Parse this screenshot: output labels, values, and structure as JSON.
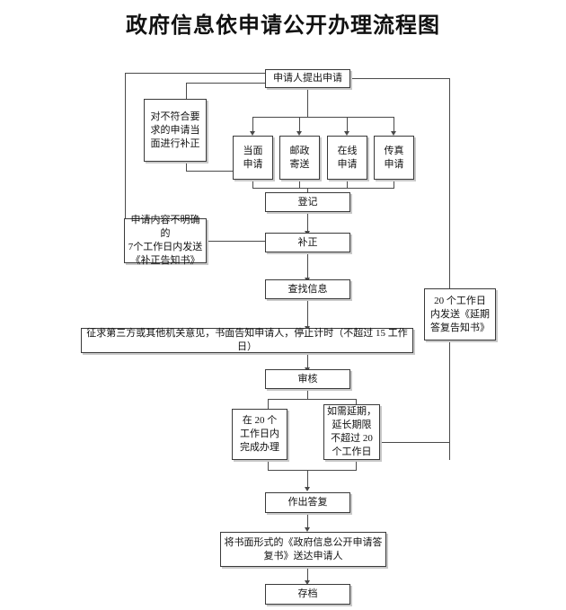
{
  "title": "政府信息依申请公开办理流程图",
  "flowchart": {
    "type": "flowchart",
    "orientation": "top-to-bottom",
    "nodes": [
      {
        "id": "apply",
        "label": "申请人提出申请"
      },
      {
        "id": "onsite_fix",
        "label": "对不符合要\n求的申请当\n面进行补正"
      },
      {
        "id": "method_face",
        "label": "当面\n申请"
      },
      {
        "id": "method_post",
        "label": "邮政\n寄送"
      },
      {
        "id": "method_online",
        "label": "在线\n申请"
      },
      {
        "id": "method_fax",
        "label": "传真\n申请"
      },
      {
        "id": "register",
        "label": "登记"
      },
      {
        "id": "unclear_note",
        "label": "申请内容不明确的\n7个工作日内发送\n《补正告知书》"
      },
      {
        "id": "correct",
        "label": "补正"
      },
      {
        "id": "search",
        "label": "查找信息"
      },
      {
        "id": "third_party",
        "label": "征求第三方或其他机关意见，书面告知申请人，停止计时（不超过 15 工作日）"
      },
      {
        "id": "delay_note",
        "label": "20 个工作日\n内发送《延期\n答复告知书》"
      },
      {
        "id": "review",
        "label": "审核"
      },
      {
        "id": "finish_20",
        "label": "在 20 个\n工作日内\n完成办理"
      },
      {
        "id": "extend_20",
        "label": "如需延期，\n延长期限\n不超过 20\n个工作日"
      },
      {
        "id": "reply",
        "label": "作出答复"
      },
      {
        "id": "deliver",
        "label": "将书面形式的《政府信息公开申请答\n复书》送达申请人"
      },
      {
        "id": "archive",
        "label": "存档"
      }
    ],
    "edges": [
      {
        "from": "apply",
        "to": "method_face"
      },
      {
        "from": "apply",
        "to": "method_post"
      },
      {
        "from": "apply",
        "to": "method_online"
      },
      {
        "from": "apply",
        "to": "method_fax"
      },
      {
        "from": "apply",
        "to": "onsite_fix"
      },
      {
        "from": "method_face",
        "to": "register"
      },
      {
        "from": "method_post",
        "to": "register"
      },
      {
        "from": "method_online",
        "to": "register"
      },
      {
        "from": "method_fax",
        "to": "register"
      },
      {
        "from": "register",
        "to": "correct"
      },
      {
        "from": "unclear_note",
        "to": "correct"
      },
      {
        "from": "correct",
        "to": "search"
      },
      {
        "from": "search",
        "to": "third_party"
      },
      {
        "from": "third_party",
        "to": "review"
      },
      {
        "from": "review",
        "to": "finish_20"
      },
      {
        "from": "review",
        "to": "extend_20"
      },
      {
        "from": "extend_20",
        "to": "delay_note"
      },
      {
        "from": "delay_note",
        "to": "apply"
      },
      {
        "from": "finish_20",
        "to": "reply"
      },
      {
        "from": "extend_20",
        "to": "reply"
      },
      {
        "from": "reply",
        "to": "deliver"
      },
      {
        "from": "deliver",
        "to": "archive"
      }
    ],
    "colors": {
      "box_border": "#3a3a3a",
      "box_fill": "#ffffff",
      "box_shadow": "#c9c9c9",
      "line": "#4a4a4a",
      "text": "#111111"
    }
  }
}
